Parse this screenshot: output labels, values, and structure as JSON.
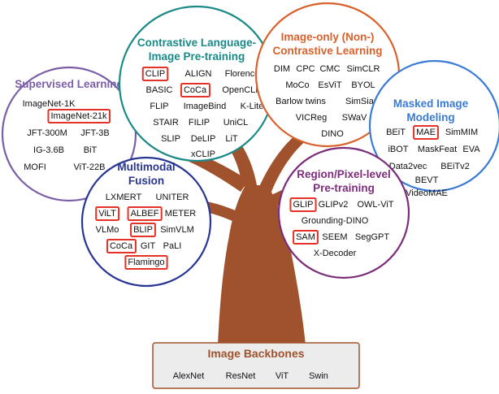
{
  "colors": {
    "trunk": "#a0522d",
    "supervised": "#7b5ea7",
    "contrastive": "#1a8a88",
    "image_only": "#d9612b",
    "masked": "#3a7bd5",
    "multimodal": "#283593",
    "region": "#7b2d7a",
    "highlight": "#e53126",
    "base_bg": "#ececec",
    "base_border": "#a0522d"
  },
  "clusters": {
    "supervised": {
      "title": [
        "Supervised Learning"
      ],
      "items": [
        "ImageNet-1K",
        "ImageNet-21k",
        "JFT-300M",
        "JFT-3B",
        "IG-3.6B",
        "BiT",
        "MOFI",
        "ViT-22B"
      ]
    },
    "contrastive": {
      "title": [
        "Contrastive Language-",
        "Image Pre-training"
      ],
      "items": [
        "CLIP",
        "ALIGN",
        "Florence",
        "BASIC",
        "CoCa",
        "OpenCLIP",
        "FLIP",
        "ImageBind",
        "K-Lite",
        "STAIR",
        "FILIP",
        "UniCL",
        "SLIP",
        "DeLIP",
        "LiT",
        "xCLIP"
      ]
    },
    "image_only": {
      "title": [
        "Image-only (Non-)",
        "Contrastive Learning"
      ],
      "items": [
        "DIM",
        "CPC",
        "CMC",
        "SimCLR",
        "MoCo",
        "EsViT",
        "BYOL",
        "Barlow twins",
        "SimSiam",
        "VICReg",
        "SWaV",
        "DINO"
      ]
    },
    "masked": {
      "title": [
        "Masked Image",
        "Modeling"
      ],
      "items": [
        "BEiT",
        "MAE",
        "SimMIM",
        "iBOT",
        "MaskFeat",
        "EVA",
        "Data2vec",
        "BEiTv2",
        "BEVT",
        "VideoMAE"
      ]
    },
    "multimodal": {
      "title": [
        "Multimodal",
        "Fusion"
      ],
      "items": [
        "LXMERT",
        "UNITER",
        "ViLT",
        "ALBEF",
        "METER",
        "VLMo",
        "BLIP",
        "SimVLM",
        "CoCa",
        "GIT",
        "PaLI",
        "Flamingo"
      ]
    },
    "region": {
      "title": [
        "Region/Pixel-level",
        "Pre-training"
      ],
      "items": [
        "GLIP",
        "GLIPv2",
        "OWL-ViT",
        "Grounding-DINO",
        "SAM",
        "SEEM",
        "SegGPT",
        "X-Decoder"
      ]
    }
  },
  "backbones": {
    "title": "Image Backbones",
    "items": [
      "AlexNet",
      "ResNet",
      "ViT",
      "Swin"
    ]
  }
}
